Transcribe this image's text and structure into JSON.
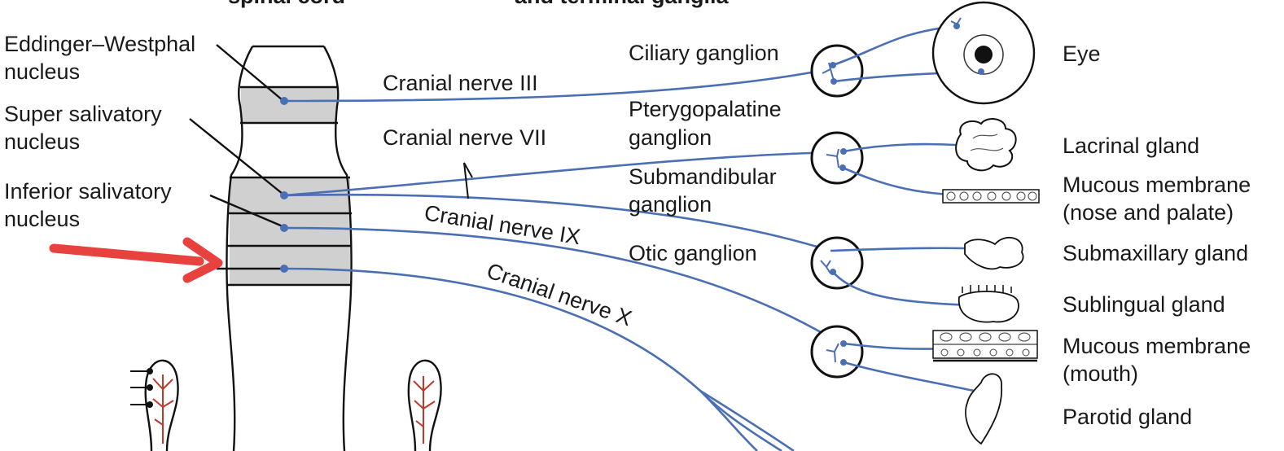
{
  "headers": {
    "left": "spinal cord",
    "middle": "and terminal ganglia"
  },
  "nuclei": [
    {
      "line1": "Eddinger–Westphal",
      "line2": "nucleus"
    },
    {
      "line1": "Super salivatory",
      "line2": "nucleus"
    },
    {
      "line1": "Inferior salivatory",
      "line2": "nucleus"
    }
  ],
  "nerves": [
    "Cranial nerve III",
    "Cranial nerve VII",
    "Cranial nerve IX",
    "Cranial nerve X"
  ],
  "ganglia": [
    {
      "line1": "Ciliary ganglion"
    },
    {
      "line1": "Pterygopalatine",
      "line2": "ganglion"
    },
    {
      "line1": "Submandibular",
      "line2": "ganglion"
    },
    {
      "line1": "Otic ganglion"
    }
  ],
  "targets": [
    {
      "line1": "Eye"
    },
    {
      "line1": "Lacrinal gland"
    },
    {
      "line1": "Mucous membrane",
      "line2": "(nose and palate)"
    },
    {
      "line1": "Submaxillary gland"
    },
    {
      "line1": "Sublingual gland"
    },
    {
      "line1": "Mucous membrane",
      "line2": "(mouth)"
    },
    {
      "line1": "Parotid gland"
    }
  ],
  "colors": {
    "nerve": "#4a6fb5",
    "arrow": "#e8423f",
    "nucleus_band": "#d0d0d0",
    "vessel": "#c0392b"
  },
  "icons": [
    "eye-icon",
    "gland-icon",
    "arrow-icon"
  ]
}
